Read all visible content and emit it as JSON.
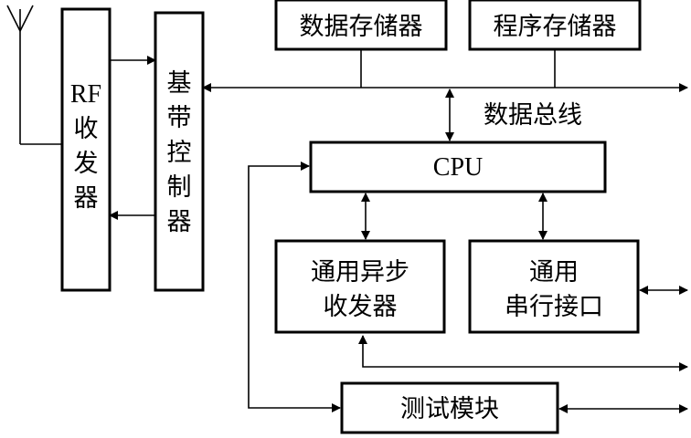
{
  "diagram": {
    "rf": {
      "line1": "RF",
      "line2": "收",
      "line3": "发",
      "line4": "器"
    },
    "baseband": {
      "line1": "基",
      "line2": "带",
      "line3": "控",
      "line4": "制",
      "line5": "器"
    },
    "data_memory": "数据存储器",
    "program_memory": "程序存储器",
    "data_bus": "数据总线",
    "cpu": "CPU",
    "uart": {
      "line1": "通用异步",
      "line2": "收发器"
    },
    "serial": {
      "line1": "通用",
      "line2": "串行接口"
    },
    "test_module": "测试模块"
  }
}
